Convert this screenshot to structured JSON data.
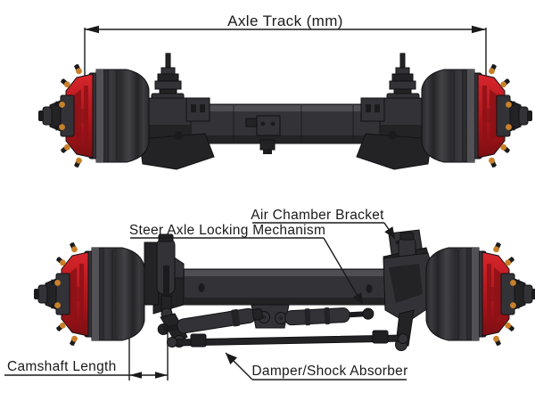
{
  "top_view": {
    "dimension_label": "Axle Track (mm)"
  },
  "bottom_view": {
    "camshaft_dimension_label": "Camshaft Length",
    "air_chamber_bracket_label": "Air Chamber Bracket",
    "locking_mechanism_label": "Steer Axle Locking Mechanism",
    "damper_label": "Damper/Shock Absorber"
  },
  "colors": {
    "background": "#ffffff",
    "ink": "#1a1a1a",
    "part_dark": "#232326",
    "part_mid": "#333337",
    "part_light": "#4e4e53",
    "hub_red": "#c41e24",
    "hub_red_dark": "#8e1217",
    "stud_orange": "#c9802a"
  }
}
